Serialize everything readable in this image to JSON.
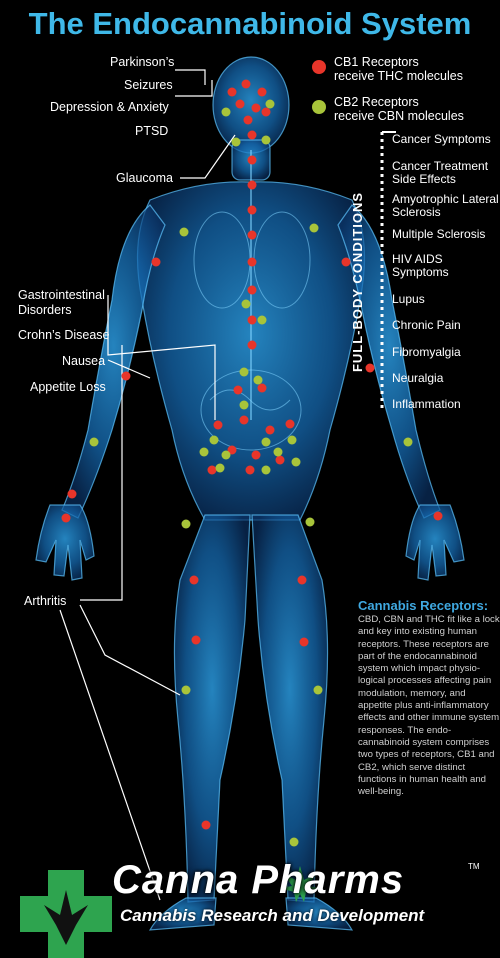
{
  "title": "The Endocannabinoid System",
  "left_labels": [
    "Parkinson’s",
    "Seizures",
    "Depression & Anxiety",
    "PTSD",
    "Glaucoma",
    "Gastrointestinal",
    "Disorders",
    "Crohn’s Disease",
    "Nausea",
    "Appetite Loss",
    "Arthritis"
  ],
  "legend": [
    {
      "color": "#e8352a",
      "text1": "CB1 Receptors",
      "text2": "receive THC molecules"
    },
    {
      "color": "#a8c43a",
      "text1": "CB2 Receptors",
      "text2": "receive CBN molecules"
    }
  ],
  "full_body_label": "FULL-BODY CONDITIONS",
  "conditions": [
    "Cancer Symptoms",
    "Cancer Treatment Side Effects",
    "Amyotrophic Lateral Sclerosis",
    "Multiple Sclerosis",
    "HIV AIDS Symptoms",
    "Lupus",
    "Chronic Pain",
    "Fibromyalgia",
    "Neuralgia",
    "Inflammation"
  ],
  "info": {
    "title": "Cannabis Receptors:",
    "body": "CBD, CBN and THC fit like a lock and key into existing human receptors. These receptors are part of the endocannabinoid system which impact physio-logical processes affecting pain modulation, memory, and appetite plus anti-inflammatory effects and other immune system responses. The endo-cannabinoid system comprises two types of receptors, CB1 and CB2, which serve distinct functions in human health and well-being."
  },
  "brand": {
    "name": "Canna Pharms",
    "tm": "TM",
    "tagline": "Cannabis Research and Development"
  },
  "colors": {
    "title": "#3fb8e8",
    "body": "#1e88d0",
    "cb1": "#e8352a",
    "cb2": "#a8c43a",
    "cross": "#2ea44f"
  }
}
